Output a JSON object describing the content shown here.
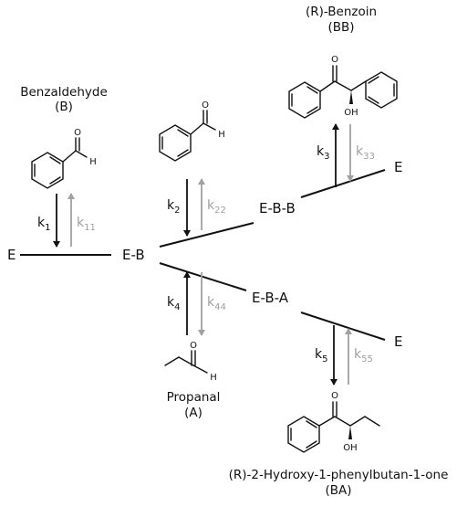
{
  "species": {
    "E_left": "E",
    "EB": "E-B",
    "EBB": "E-B-B",
    "E_upper_right": "E",
    "EBA": "E-B-A",
    "E_lower_right": "E"
  },
  "compounds": {
    "benzaldehyde_name": "Benzaldehyde",
    "benzaldehyde_abbr": "(B)",
    "benzoin_name": "(R)-Benzoin",
    "benzoin_abbr": "(BB)",
    "propanal_name": "Propanal",
    "propanal_abbr": "(A)",
    "hpp_name": "(R)-2-Hydroxy-1-phenylbutan-1-one",
    "hpp_abbr": "(BA)"
  },
  "rate_constants": {
    "k1": {
      "base": "k",
      "sub": "1"
    },
    "k11": {
      "base": "k",
      "sub": "11"
    },
    "k2": {
      "base": "k",
      "sub": "2"
    },
    "k22": {
      "base": "k",
      "sub": "22"
    },
    "k3": {
      "base": "k",
      "sub": "3"
    },
    "k33": {
      "base": "k",
      "sub": "33"
    },
    "k4": {
      "base": "k",
      "sub": "4"
    },
    "k44": {
      "base": "k",
      "sub": "44"
    },
    "k5": {
      "base": "k",
      "sub": "5"
    },
    "k55": {
      "base": "k",
      "sub": "55"
    }
  },
  "atoms": {
    "O": "O",
    "H": "H",
    "OH": "OH"
  },
  "colors": {
    "forward": "#111111",
    "reverse": "#a0a0a0"
  }
}
